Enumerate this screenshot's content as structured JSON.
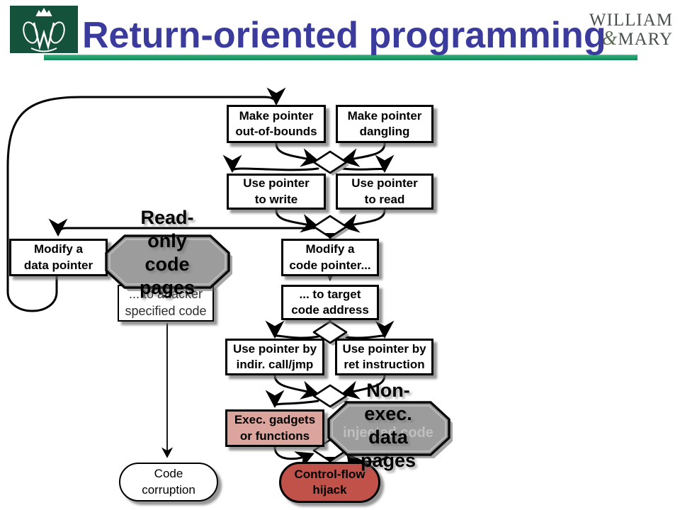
{
  "header": {
    "title": "Return-oriented programming",
    "wordmark": {
      "line1": "WILLIAM",
      "amp": "&",
      "line2": "MARY"
    }
  },
  "flowchart": {
    "nodes": {
      "make_out_of_bounds": "Make pointer\nout-of-bounds",
      "make_dangling": "Make pointer\ndangling",
      "use_write": "Use pointer\nto write",
      "use_read": "Use pointer\nto read",
      "modify_data_pointer": "Modify a\ndata pointer",
      "modify_code_pointer": "Modify a\ncode pointer...",
      "attacker_specified_code": "... to attacker\nspecified code",
      "to_target_code_address": "... to target\ncode address",
      "use_indirect_call": "Use pointer by\nindir. call/jmp",
      "use_ret_instruction": "Use pointer by\nret instruction",
      "exec_gadgets": "Exec. gadgets\nor functions",
      "injected_code_disabled": "injected code",
      "code_corruption": "Code\ncorruption",
      "control_flow_hijack": "Control-flow\nhijack"
    },
    "callouts": {
      "read_only": "Read-\nonly\ncode\npages",
      "non_exec": "Non-\nexec.\ndata\npages"
    }
  },
  "colors": {
    "title_blue": "#3b3b9e",
    "logo_green": "#15523c",
    "bar_green": "#1b9b68",
    "octagon_gray": "#9c9c9c",
    "exec_gadgets_pink": "#dba49c",
    "hijack_red": "#c0524a"
  }
}
